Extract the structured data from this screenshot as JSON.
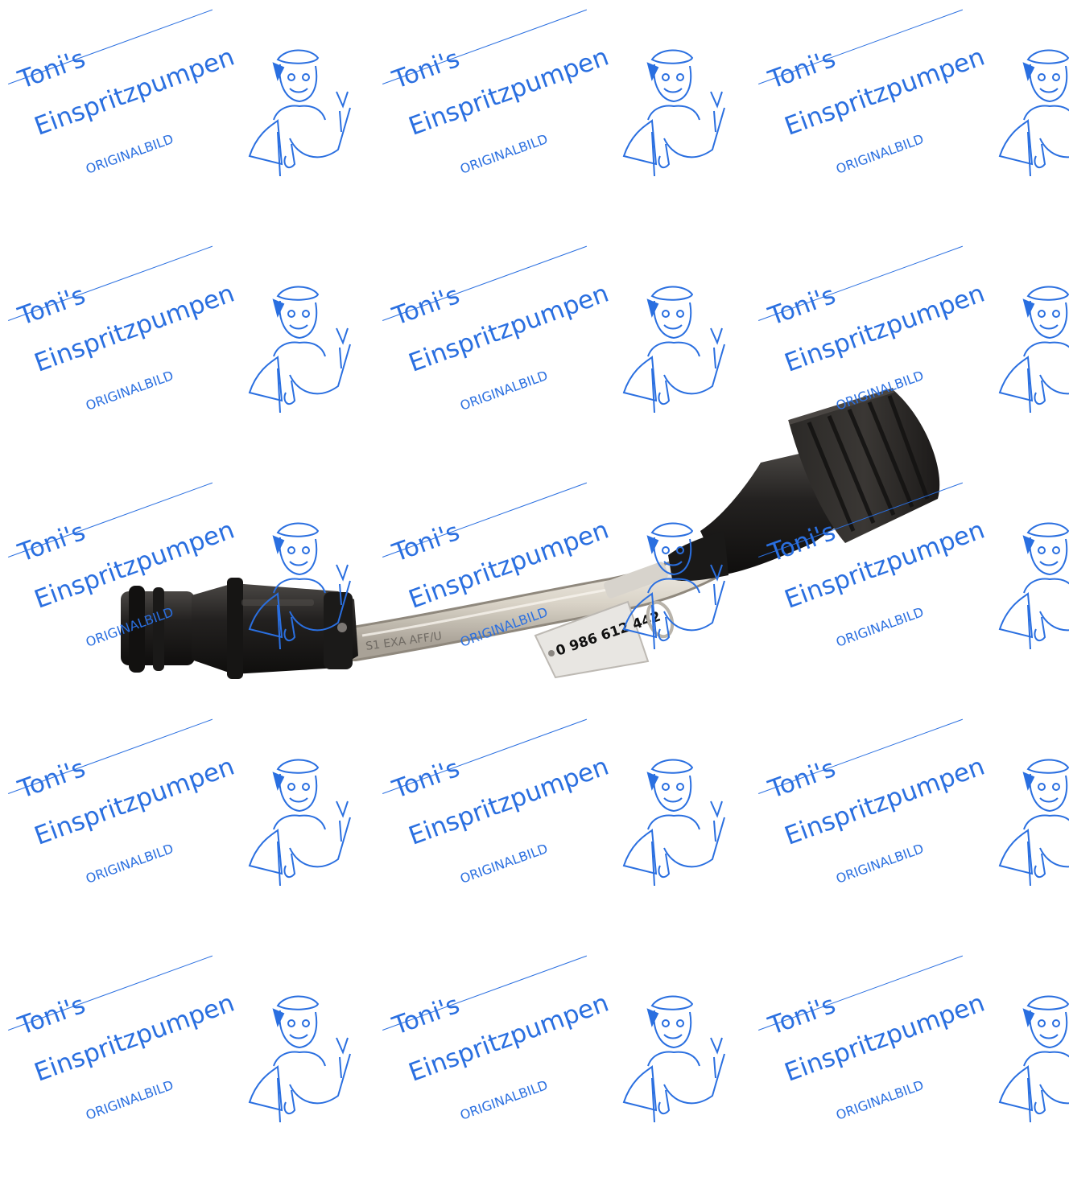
{
  "watermark": {
    "brand_line1": "Toni's",
    "brand_line2": "Einspritzpumpen",
    "caption": "ORIGINALBILD",
    "mascot_icon": "mechanic-mascot-icon",
    "color": "#2a6fe0"
  },
  "product": {
    "tag_label": "0 986 612 442",
    "cable_color": "#d9d3c7",
    "connector_color": "#1e1c1a"
  }
}
